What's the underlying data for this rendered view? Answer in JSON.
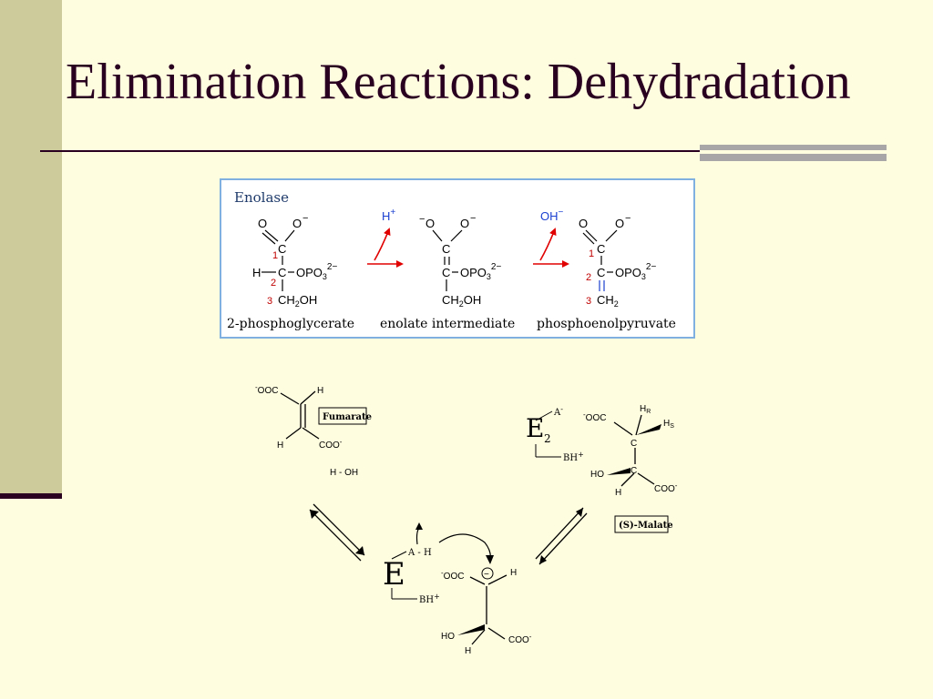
{
  "slide": {
    "title": "Elimination Reactions: Dehydradation",
    "colors": {
      "background": "#fffde0",
      "accent_bar": "#cdcb9b",
      "title": "#2a0020",
      "rule_accent": "#a9a6a8",
      "panel_border": "#7fb0e0",
      "arrow_red": "#e00000",
      "reagent_blue": "#1a3fd0",
      "locant_red": "#c00000"
    }
  },
  "enolase": {
    "heading": "Enolase",
    "steps": [
      {
        "reagent": "H",
        "reagent_charge": "+"
      },
      {
        "reagent": "OH",
        "reagent_charge": "−"
      }
    ],
    "structures": [
      {
        "caption": "2-phosphoglycerate",
        "atoms": {
          "o_double": "O",
          "o_minus": "O",
          "c1": "C",
          "h": "H",
          "c2": "C",
          "phos": "OPO",
          "phos_sub": "3",
          "phos_charge": "2−",
          "c3": "CH",
          "c3_sub": "2",
          "c3_tail": "OH",
          "minus": "−"
        },
        "locants": [
          "1",
          "2",
          "3"
        ]
      },
      {
        "caption": "enolate intermediate",
        "atoms": {
          "o_minus_left": "O",
          "o_minus_right": "O",
          "c1": "C",
          "c2": "C",
          "phos": "OPO",
          "phos_sub": "3",
          "phos_charge": "2−",
          "c3": "CH",
          "c3_sub": "2",
          "c3_tail": "OH",
          "minus": "−"
        }
      },
      {
        "caption": "phosphoenolpyruvate",
        "atoms": {
          "o_double": "O",
          "o_minus": "O",
          "c1": "C",
          "c2": "C",
          "phos": "OPO",
          "phos_sub": "3",
          "phos_charge": "2−",
          "c3": "CH",
          "c3_sub": "2",
          "minus": "−"
        },
        "locants": [
          "1",
          "2",
          "3"
        ]
      }
    ]
  },
  "fumarase": {
    "fumarate": {
      "label": "Fumarate",
      "carboxylate_top": "OOC",
      "carboxylate_bottom": "COO",
      "h_top": "H",
      "h_bottom": "H",
      "minus": "-"
    },
    "water": {
      "h": "H",
      "sep": "-",
      "oh": "OH"
    },
    "malate": {
      "label": "(S)-Malate",
      "carboxylate_left": "OOC",
      "carboxylate_right": "COO",
      "h_r": "H",
      "h_r_sub": "R",
      "h_s": "H",
      "h_s_sub": "S",
      "c_top": "C",
      "c_bottom": "C",
      "ho": "HO",
      "h": "H",
      "minus": "-"
    },
    "enzyme_top": {
      "e": "E",
      "sub": "2",
      "a": "A",
      "a_charge": "-",
      "bh": "BH",
      "bh_charge": "+"
    },
    "carbanion": {
      "e": "E",
      "ah": "A - H",
      "bh": "BH",
      "bh_charge": "+",
      "carboxylate": "OOC",
      "carbanion_charge": "−",
      "h_top": "H",
      "ho": "HO",
      "h_bottom": "H",
      "coo": "COO",
      "minus": "-"
    }
  }
}
